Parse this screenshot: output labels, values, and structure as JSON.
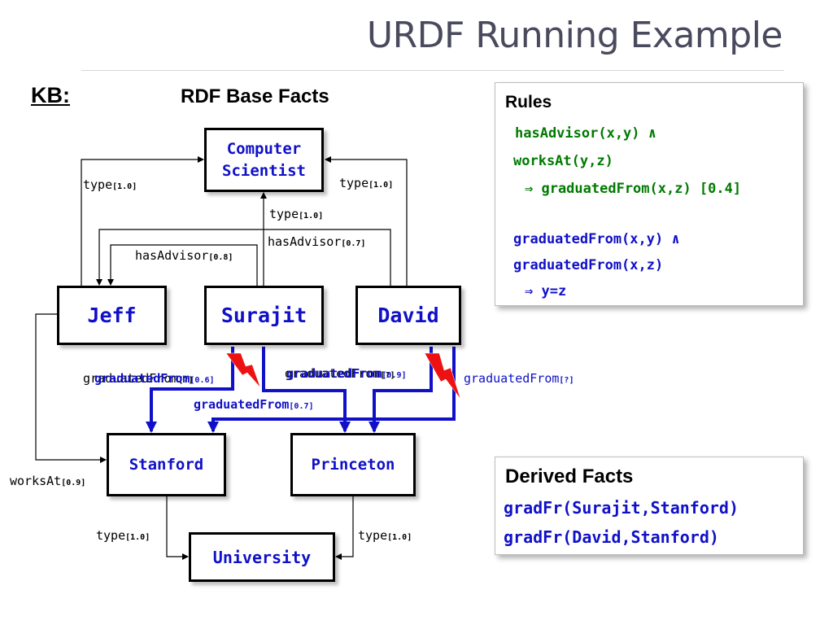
{
  "slide": {
    "title": "URDF Running Example",
    "kb_label": "KB:",
    "subheading": "RDF Base Facts"
  },
  "nodes": {
    "computer_scientist_line1": "Computer",
    "computer_scientist_line2": "Scientist",
    "jeff": "Jeff",
    "surajit": "Surajit",
    "david": "David",
    "stanford": "Stanford",
    "princeton": "Princeton",
    "university": "University"
  },
  "edges": {
    "jeff_type": {
      "rel": "type",
      "weight": "[1.0]"
    },
    "david_type": {
      "rel": "type",
      "weight": "[1.0]"
    },
    "surajit_type": {
      "rel": "type",
      "weight": "[1.0]"
    },
    "surajit_has_advisor": {
      "rel": "hasAdvisor",
      "weight": "[0.8]"
    },
    "david_has_advisor": {
      "rel": "hasAdvisor",
      "weight": "[0.7]"
    },
    "jeff_works_at": {
      "rel": "worksAt",
      "weight": "[0.9]"
    },
    "surajit_grad_stanford": {
      "rel": "graduatedFrom",
      "weight": "[0.6]"
    },
    "surajit_grad_stanford_overlap": {
      "rel": "graduatedFrom",
      "weight": "[?]"
    },
    "surajit_grad_princeton": {
      "rel": "graduatedFrom",
      "weight": "[0.7]"
    },
    "david_grad_princeton": {
      "rel": "graduatedFrom",
      "weight": "[0.9]"
    },
    "david_grad_princeton_overlap": {
      "rel": "graduatedFrom",
      "weight": "[?]"
    },
    "david_grad_stanford": {
      "rel": "graduatedFrom",
      "weight": "[?]"
    },
    "stanford_type": {
      "rel": "type",
      "weight": "[1.0]"
    },
    "princeton_type": {
      "rel": "type",
      "weight": "[1.0]"
    }
  },
  "rules_panel": {
    "title": "Rules",
    "rule1_line1": "hasAdvisor(x,y) ∧",
    "rule1_line2": "worksAt(y,z)",
    "rule1_line3": "⇒ graduatedFrom(x,z) [0.4]",
    "rule2_line1": "graduatedFrom(x,y) ∧",
    "rule2_line2": "graduatedFrom(x,z)",
    "rule2_line3": "⇒ y=z",
    "rule1_color": "#007a00",
    "rule2_color": "#1010c8"
  },
  "derived_panel": {
    "title": "Derived Facts",
    "fact1": "gradFr(Surajit,Stanford)",
    "fact2": "gradFr(David,Stanford)",
    "fact_color": "#1010c8"
  },
  "colors": {
    "node_text": "#1010c8",
    "grad_edge": "#1010c8",
    "conflict_bolt": "#ee1111",
    "title_text": "#4a4a5e"
  }
}
